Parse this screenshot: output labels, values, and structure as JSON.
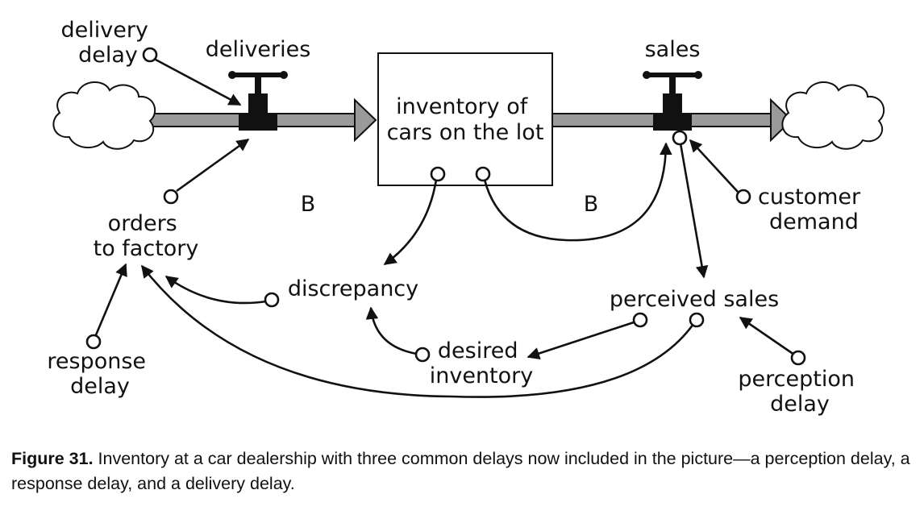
{
  "diagram": {
    "stock": [
      "inventory of",
      "cars on the lot"
    ],
    "flows": {
      "inflow": "deliveries",
      "outflow": "sales"
    },
    "variables": {
      "delivery_delay": [
        "delivery",
        "delay"
      ],
      "orders_to_factory": [
        "orders",
        "to factory"
      ],
      "response_delay": [
        "response",
        "delay"
      ],
      "discrepancy": "discrepancy",
      "desired_inventory": [
        "desired",
        "inventory"
      ],
      "perceived_sales": "perceived sales",
      "perception_delay": [
        "perception",
        "delay"
      ],
      "customer_demand": [
        "customer",
        "demand"
      ]
    },
    "loops": {
      "left": "B",
      "right": "B"
    }
  },
  "caption": {
    "label": "Figure 31.",
    "text": "Inventory at a car dealership with three common delays now included in the picture—a perception delay, a response delay, and a delivery delay."
  }
}
